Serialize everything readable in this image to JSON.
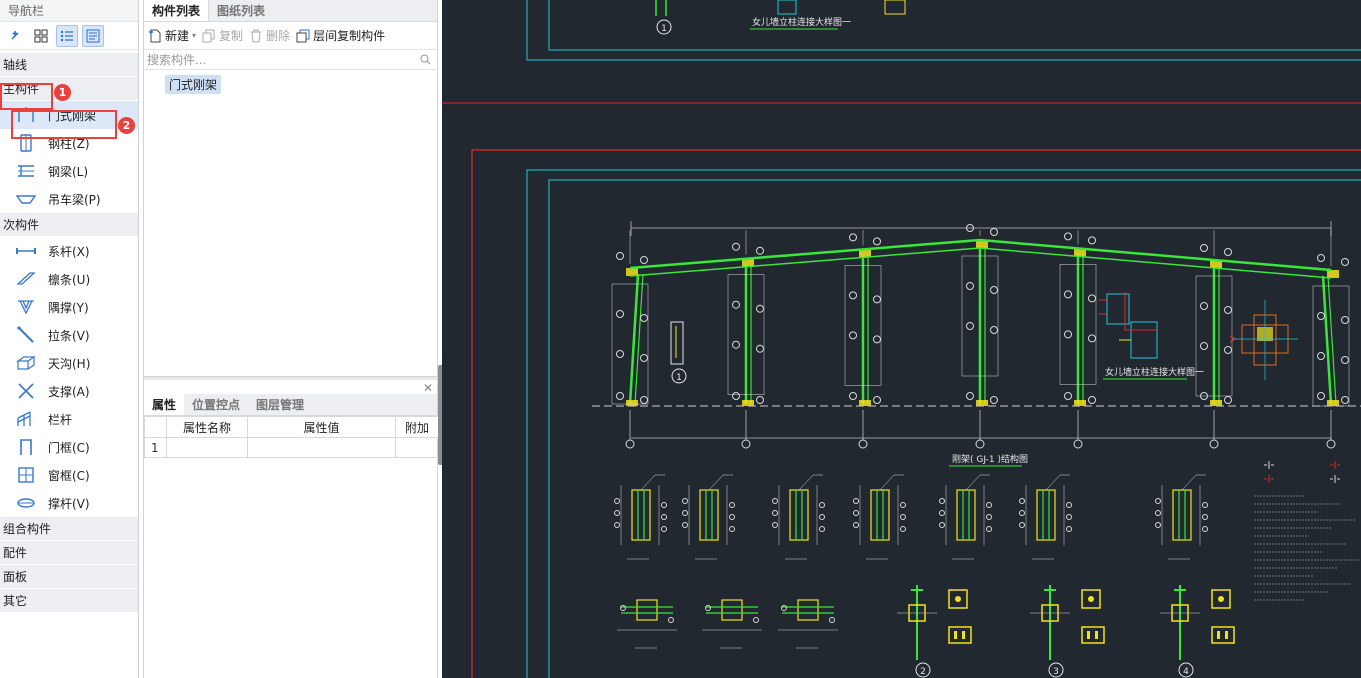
{
  "nav": {
    "title": "导航栏",
    "categories": {
      "axis": "轴线",
      "main": "主构件",
      "secondary": "次构件",
      "combo": "组合构件",
      "fittings": "配件",
      "panels": "面板",
      "other": "其它"
    },
    "main_items": [
      "门式刚架",
      "钢柱(Z)",
      "钢梁(L)",
      "吊车梁(P)"
    ],
    "secondary_items": [
      "系杆(X)",
      "檩条(U)",
      "隅撑(Y)",
      "拉条(V)",
      "天沟(H)",
      "支撑(A)",
      "栏杆",
      "门框(C)",
      "窗框(C)",
      "撑杆(V)"
    ],
    "badges": [
      "1",
      "2"
    ]
  },
  "mid": {
    "tabs": [
      "构件列表",
      "图纸列表"
    ],
    "toolbar": {
      "new": "新建",
      "copy": "复制",
      "delete": "删除",
      "layer_copy": "层间复制构件"
    },
    "search_placeholder": "搜索构件...",
    "components": [
      "门式刚架"
    ],
    "prop_tabs": [
      "属性",
      "位置控点",
      "图层管理"
    ],
    "prop_columns": [
      "属性名称",
      "属性值",
      "附加"
    ],
    "prop_rows": [
      {
        "index": "1"
      }
    ]
  },
  "cad": {
    "top_label": "女儿墙立柱连接大样图一",
    "top_circle": "1",
    "detail_label": "女儿墙立柱连接大样图一",
    "circle_1": "1",
    "frame_caption": "刚架( GJ-1 )结构图",
    "detail_circles": [
      "2",
      "3",
      "4"
    ]
  },
  "colors": {
    "accent_red": "#e8423c",
    "cad_bg": "#212830",
    "cad_green": "#39e639",
    "cad_cyan": "#22c7d6",
    "cad_yellow": "#f2e21c"
  }
}
